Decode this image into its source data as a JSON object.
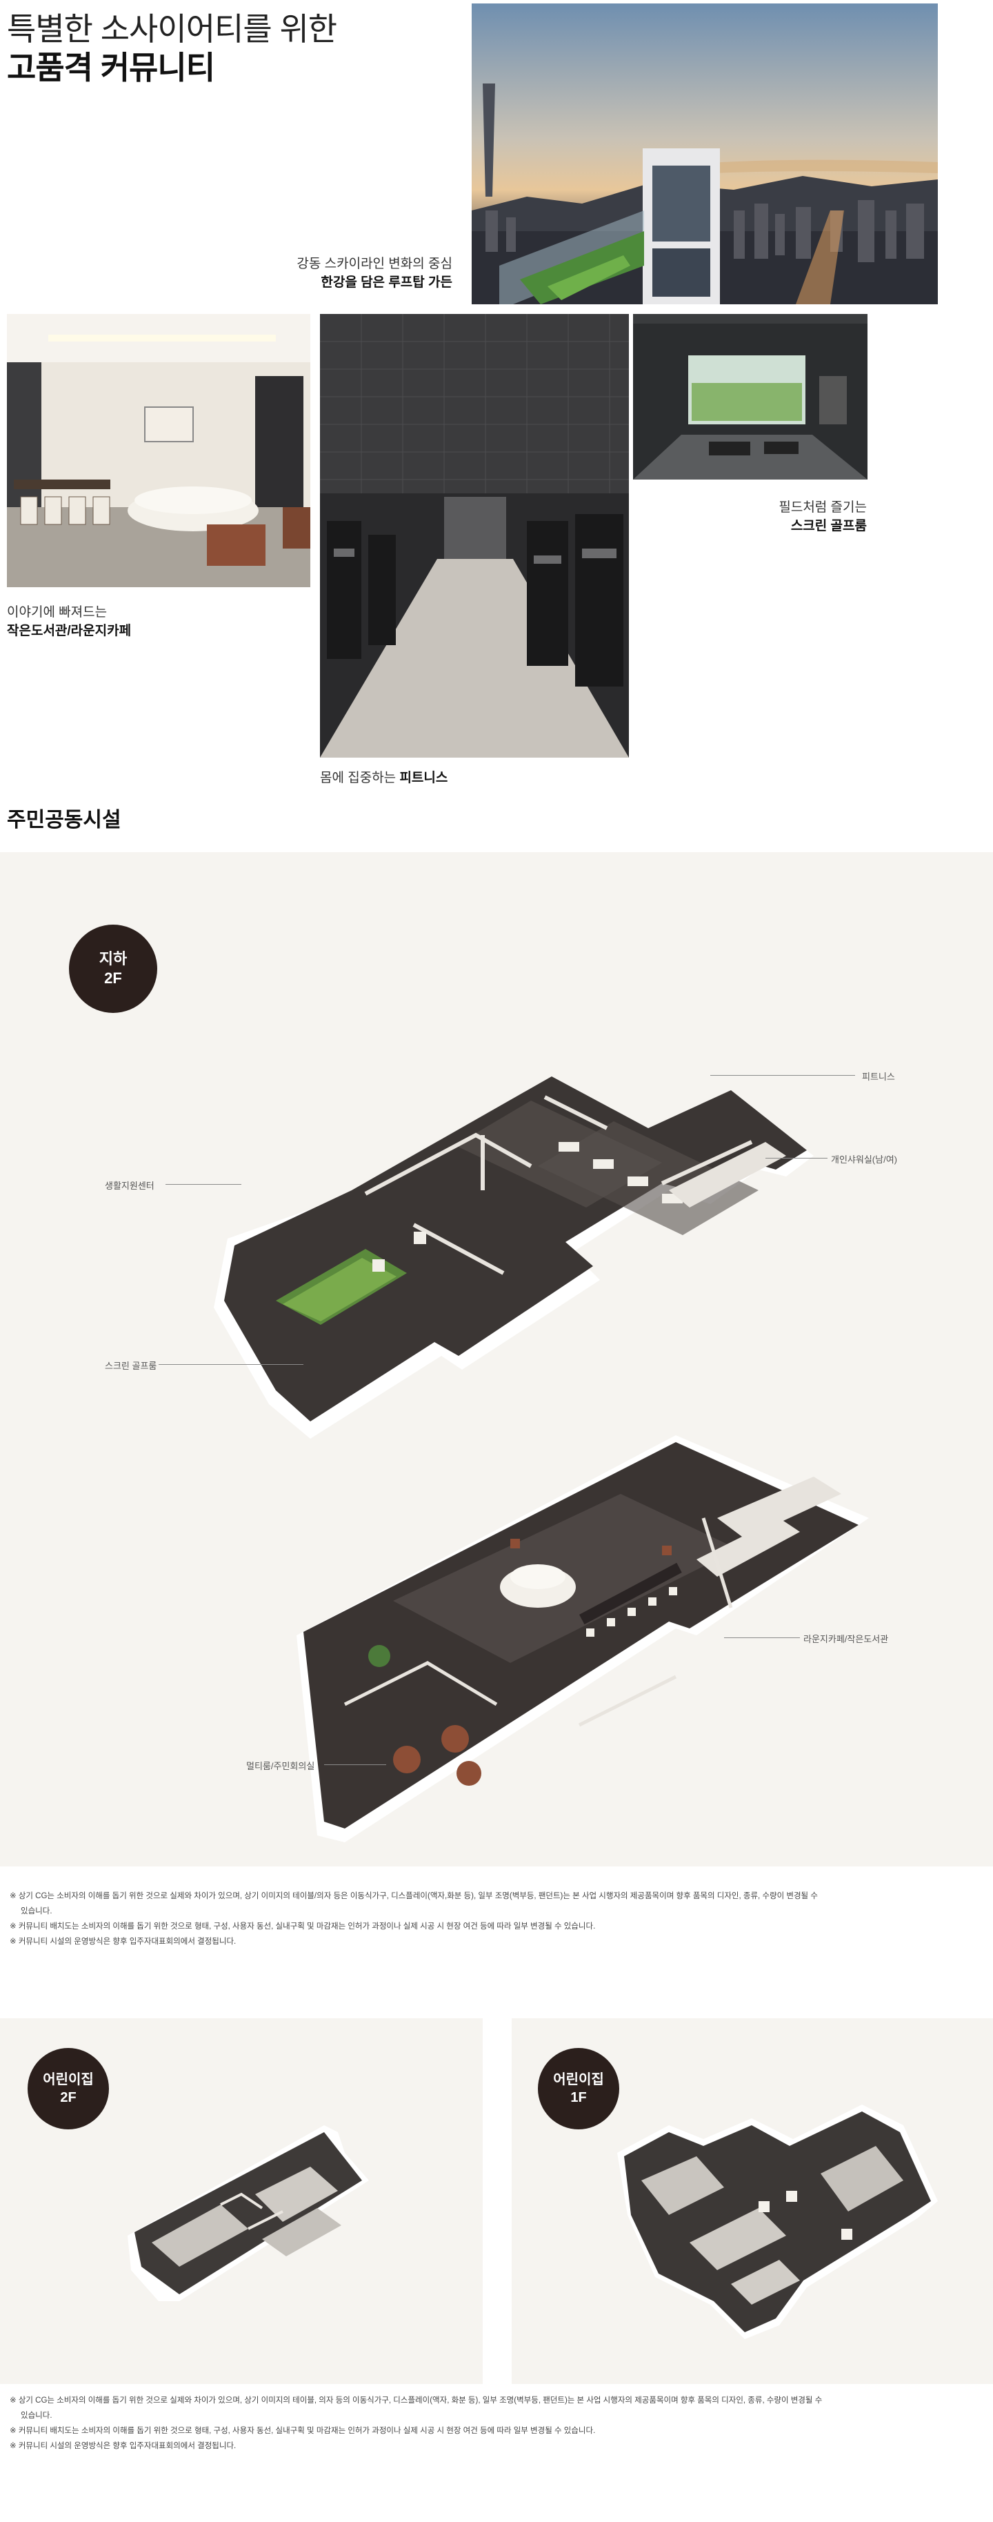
{
  "header": {
    "title_line1": "특별한 소사이어티를 위한",
    "title_line2": "고품격 커뮤니티"
  },
  "photos": {
    "rooftop": {
      "caption_light": "강동 스카이라인 변화의 중심",
      "caption_bold": "한강을 담은 루프탑 가든"
    },
    "library": {
      "caption_light": "이야기에 빠져드는",
      "caption_bold": "작은도서관/라운지카페"
    },
    "fitness": {
      "caption_light": "몸에 집중하는",
      "caption_bold": "피트니스"
    },
    "golf": {
      "caption_light": "필드처럼 즐기는",
      "caption_bold": "스크린 골프룸"
    }
  },
  "facilities": {
    "section_title": "주민공동시설",
    "basement_badge_line1": "지하",
    "basement_badge_line2": "2F",
    "labels": {
      "fitness": "피트니스",
      "shower": "개인샤워실(남/여)",
      "support": "생활지원센터",
      "golf": "스크린 골프룸",
      "lounge": "라운지카페/작은도서관",
      "multi": "멀티룸/주민회의실"
    },
    "notes": [
      "※ 상기 CG는 소비자의 이해를 돕기 위한 것으로 실제와 차이가 있으며, 상기 이미지의 테이블/의자 등은 이동식가구, 디스플레이(액자,화분 등), 일부 조명(벽부등, 팬던트)는 본 사업 시행자의 제공품목이며 향후 품목의 디자인, 종류, 수량이 변경될 수",
      "있습니다.",
      "※ 커뮤니티 배치도는 소비자의 이해를 돕기 위한 것으로 형태, 구성, 사용자 동선, 실내구획 및 마감재는 인허가 과정이나 실제 시공 시 현장 여건 등에 따라 일부 변경될 수 있습니다.",
      "※ 커뮤니티 시설의 운영방식은 향후 입주자대표회의에서 결정됩니다."
    ]
  },
  "daycare": {
    "badge_2f_line1": "어린이집",
    "badge_2f_line2": "2F",
    "badge_1f_line1": "어린이집",
    "badge_1f_line2": "1F",
    "notes": [
      "※ 상기 CG는 소비자의 이해를 돕기 위한 것으로 실제와 차이가 있으며, 상기 이미지의 테이블, 의자 등의 이동식가구, 디스플레이(액자, 화분 등), 일부 조명(벽부등, 팬던트)는 본 사업 시행자의 제공품목이며 향후 품목의 디자인, 종류, 수량이 변경될 수",
      "있습니다.",
      "※ 커뮤니티 배치도는 소비자의 이해를 돕기 위한 것으로 형태, 구성, 사용자 동선, 실내구획 및 마감재는 인허가 과정이나 실제 시공 시 현장 여건 등에 따라 일부 변경될 수 있습니다.",
      "※ 커뮤니티 시설의 운영방식은 향후 입주자대표회의에서 결정됩니다."
    ]
  }
}
